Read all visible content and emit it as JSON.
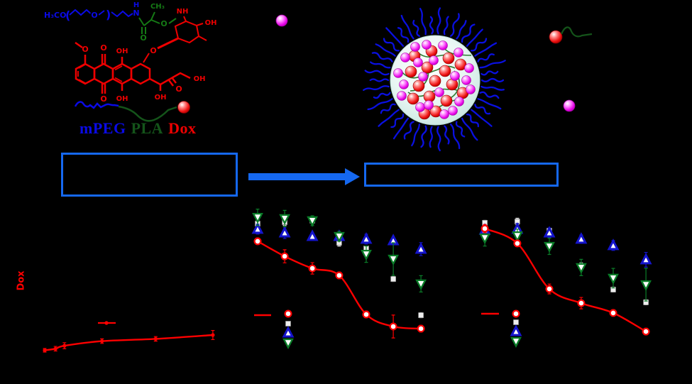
{
  "colors": {
    "background": "#000000",
    "accent_blue": "#1568f0",
    "polymer_blue": "#0a0ae6",
    "pla_green": "#157a15",
    "dox_red": "#ee0000",
    "magenta_sphere": "#e600e6",
    "corona_blue": "#0a10e0"
  },
  "illustration": {
    "atoms": {
      "h3co": "H₃CO",
      "o": "O",
      "n": "N",
      "h": "H",
      "ch3": "CH₃",
      "nh": "NH",
      "oh": "OH",
      "bracket_open": "(",
      "bracket_close": ")"
    },
    "polymer_label": {
      "mpeg": "mPEG",
      "pla": "PLA",
      "dox": "Dox"
    }
  },
  "chart_data": [
    {
      "type": "line",
      "name": "dox-release-profile",
      "title": "",
      "xlabel": "",
      "ylabel": "",
      "ylabel_visible_fragment": "Dox",
      "axes_visible": false,
      "x_frac": [
        0.02,
        0.08,
        0.13,
        0.34,
        0.64,
        0.96
      ],
      "series": [
        {
          "name": "dox-release",
          "marker": "dot",
          "color": "#ff0000",
          "line": true,
          "y_frac": [
            0.1,
            0.11,
            0.13,
            0.16,
            0.175,
            0.2
          ],
          "err": [
            0.012,
            0.015,
            0.02,
            0.015,
            0.015,
            0.03
          ]
        }
      ],
      "legend_items": [
        {
          "marker": "line-dot",
          "color": "#ff0000"
        }
      ]
    },
    {
      "type": "scatter-line",
      "name": "dose-response-a",
      "title": "",
      "xlabel": "",
      "ylabel": "",
      "axes_visible": false,
      "x_frac": [
        0.05,
        0.177,
        0.307,
        0.433,
        0.56,
        0.687,
        0.817
      ],
      "series": [
        {
          "name": "red-circles",
          "marker": "circle",
          "color": "#ff0000",
          "line": true,
          "y_frac": [
            0.796,
            0.704,
            0.63,
            0.587,
            0.348,
            0.274,
            0.261
          ],
          "err": [
            0.02,
            0.04,
            0.035,
            0.02,
            0.02,
            0.07,
            0.02
          ]
        },
        {
          "name": "white-squares",
          "marker": "square",
          "color": "#ededed",
          "y_frac": [
            0.904,
            0.913,
            0.922,
            0.787,
            0.752,
            0.565,
            0.343
          ],
          "err": [
            0.02,
            0.02,
            0.015,
            0.02,
            0.015,
            0.015,
            0.015
          ]
        },
        {
          "name": "blue-up-triangles",
          "marker": "tri-up",
          "color": "#1414cc",
          "y_frac": [
            0.87,
            0.848,
            0.826,
            0.826,
            0.809,
            0.8,
            0.748
          ],
          "err": [
            0.03,
            0.035,
            0.02,
            0.02,
            0.03,
            0.02,
            0.04
          ]
        },
        {
          "name": "green-down-triangles",
          "marker": "tri-down",
          "color": "#0a7d28",
          "y_frac": [
            0.943,
            0.935,
            0.922,
            0.826,
            0.717,
            0.687,
            0.535
          ],
          "err": [
            0.05,
            0.05,
            0.03,
            0.03,
            0.05,
            0.1,
            0.05
          ]
        }
      ],
      "legend_items": [
        {
          "marker": "line",
          "color": "#ff0000"
        },
        {
          "marker": "circle",
          "color": "#ff0000"
        },
        {
          "marker": "square",
          "color": "#ededed"
        },
        {
          "marker": "tri-up",
          "color": "#1414cc"
        },
        {
          "marker": "tri-down",
          "color": "#0a7d28"
        }
      ]
    },
    {
      "type": "scatter-line",
      "name": "dose-response-b",
      "title": "",
      "xlabel": "",
      "ylabel": "",
      "axes_visible": false,
      "x_frac": [
        0.066,
        0.216,
        0.364,
        0.511,
        0.659,
        0.81
      ],
      "series": [
        {
          "name": "red-circles",
          "marker": "circle",
          "color": "#ff0000",
          "line": true,
          "y_frac": [
            0.874,
            0.783,
            0.504,
            0.417,
            0.357,
            0.243
          ],
          "err": [
            0.025,
            0.02,
            0.03,
            0.035,
            0.02,
            0.02
          ]
        },
        {
          "name": "white-squares",
          "marker": "square",
          "color": "#ededed",
          "y_frac": [
            0.909,
            0.917,
            0.861,
            0.643,
            0.5,
            0.422
          ],
          "err": [
            0.015,
            0.02,
            0.015,
            0.02,
            0.015,
            0.015
          ]
        },
        {
          "name": "blue-up-triangles",
          "marker": "tri-up",
          "color": "#1414cc",
          "y_frac": [
            0.865,
            0.87,
            0.848,
            0.809,
            0.77,
            0.683
          ],
          "err": [
            0.03,
            0.035,
            0.03,
            0.025,
            0.03,
            0.045
          ]
        },
        {
          "name": "green-down-triangles",
          "marker": "tri-down",
          "color": "#0a7d28",
          "y_frac": [
            0.817,
            0.83,
            0.765,
            0.635,
            0.57,
            0.53
          ],
          "err": [
            0.05,
            0.04,
            0.05,
            0.05,
            0.06,
            0.1
          ]
        }
      ],
      "legend_items": [
        {
          "marker": "line",
          "color": "#ff0000"
        },
        {
          "marker": "circle",
          "color": "#ff0000"
        },
        {
          "marker": "square",
          "color": "#ededed"
        },
        {
          "marker": "tri-up",
          "color": "#1414cc"
        },
        {
          "marker": "tri-down",
          "color": "#0a7d28"
        }
      ]
    }
  ]
}
